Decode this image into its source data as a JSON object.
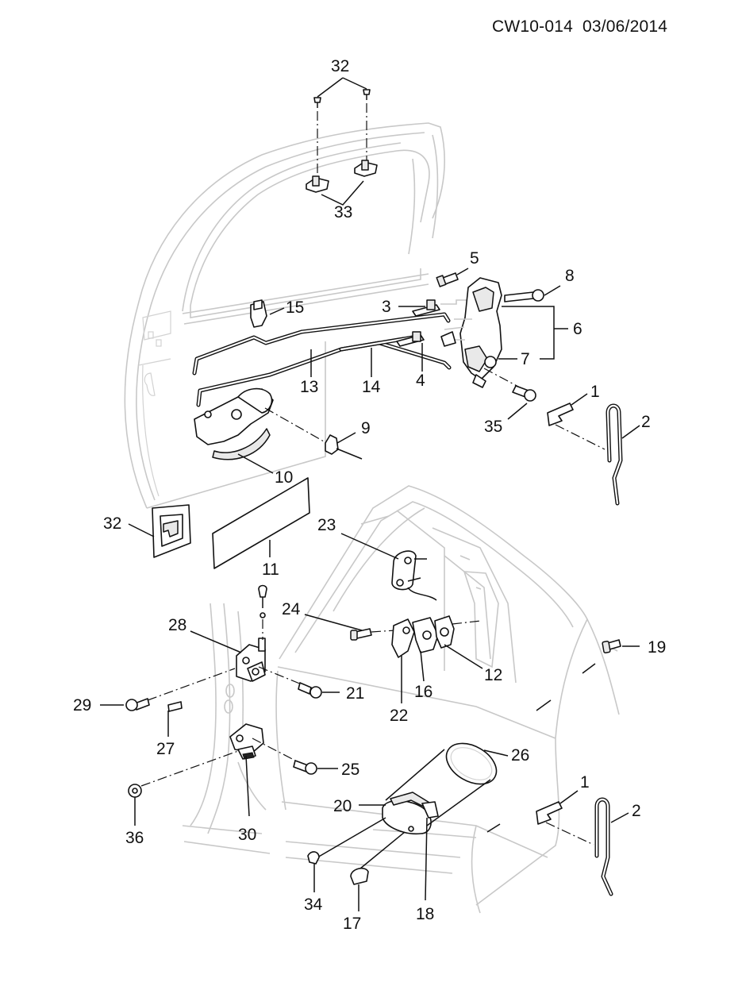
{
  "header": {
    "code": "CW10-014",
    "date": "03/06/2014"
  },
  "callouts": {
    "c32a": "32",
    "c33": "33",
    "c5": "5",
    "c8": "8",
    "c3": "3",
    "c6": "6",
    "c15": "15",
    "c7": "7",
    "c13": "13",
    "c14": "14",
    "c4": "4",
    "c1a": "1",
    "c35": "35",
    "c2a": "2",
    "c9": "9",
    "c10": "10",
    "c32b": "32",
    "c11": "11",
    "c23": "23",
    "c24": "24",
    "c28": "28",
    "c19": "19",
    "c12": "12",
    "c16": "16",
    "c22": "22",
    "c29": "29",
    "c21": "21",
    "c27": "27",
    "c26": "26",
    "c25": "25",
    "c1b": "1",
    "c2b": "2",
    "c20": "20",
    "c36": "36",
    "c30": "30",
    "c34": "34",
    "c18": "18",
    "c17": "17"
  },
  "colors": {
    "line": "#111111",
    "ghost": "#c8c8c8",
    "background": "#ffffff"
  }
}
